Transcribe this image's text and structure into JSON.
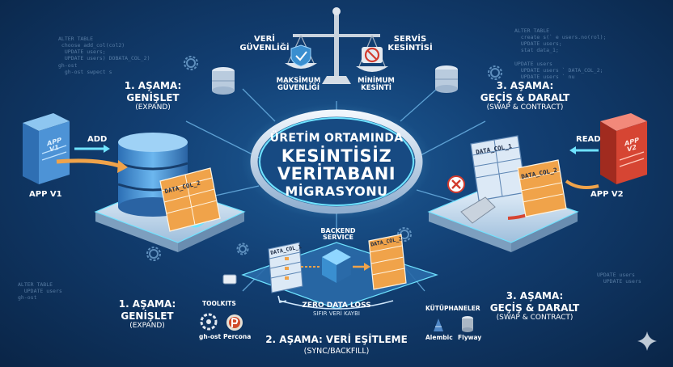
{
  "title": {
    "line1": "ÜRETİM ORTAMINDA",
    "line2": "KESİNTİSİZ",
    "line3": "VERİTABANI",
    "line4": "MİGRASYONU"
  },
  "tradeoff": {
    "left_top": [
      "VERİ",
      "GÜVENLİĞİ"
    ],
    "right_top": [
      "SERVİS",
      "KESİNTİSİ"
    ],
    "left_bottom": [
      "MAKSİMUM",
      "GÜVENLİĞİ"
    ],
    "right_bottom": [
      "MİNİMUM",
      "KESİNTİ"
    ]
  },
  "stage1_top": {
    "title": "1. AŞAMA:",
    "name": "GENİŞLET",
    "sub": "(EXPAND)"
  },
  "stage3_top": {
    "title": "3. AŞAMA:",
    "name": "GEÇİŞ & DARALT",
    "sub": "(SWAP & CONTRACT)"
  },
  "stage1_bottom": {
    "title": "1. AŞAMA:",
    "name": "GENİŞLET",
    "sub": "(EXPAND)"
  },
  "stage3_bottom": {
    "title": "3. AŞAMA:",
    "name": "GEÇİŞ & DARALT",
    "sub": "(SWAP & CONTRACT)"
  },
  "stage2": {
    "title": "2. AŞAMA: VERİ EŞİTLEME",
    "sub": "(SYNC/BACKFILL)"
  },
  "left_side": {
    "add": "ADD",
    "app_label": "APP V1",
    "server_text": [
      "APP",
      "V1"
    ],
    "table": "DATA_COL_2"
  },
  "right_side": {
    "read": "READ",
    "app_label": "APP V2",
    "server_text": [
      "APP",
      "V2"
    ],
    "table_old": "DATA_COL_1",
    "table_new": "DATA_COL_2"
  },
  "center": {
    "backend": [
      "BACKEND",
      "SERVICE"
    ],
    "table_old": "DATA_COL_1",
    "table_new": "DATA_COL_2",
    "zero_loss": "ZERO DATA LOSS",
    "zero_loss_sub": "SIFIR VERİ KAYBI"
  },
  "toolkits": {
    "title": "TOOLKITS",
    "items": [
      "gh-ost",
      "Percona"
    ]
  },
  "libraries": {
    "title": "KÜTÜPHANELER",
    "items": [
      "Alembic",
      "Flyway"
    ]
  },
  "code_snippets": {
    "top_left": "ALTER TABLE\n choose add_col(col2)\n  UPDATE users;\n  UPDATE users) DOBATA_COL_2)\ngh-ost\n  gh-ost swpect s",
    "top_right": "ALTER TABLE\n  create s(` e users.no(rol);\n  UPDATE users;\n  stat data_1;\n\nUPDATE users\n  UPDATE users ` DATA_COL_2;\n  UPDATE users ` nu",
    "bottom_left": "ALTER TABLE\n  UPDATE users\ngh-ost",
    "bottom_right": "UPDATE users\n  UPDATE users"
  },
  "colors": {
    "accent_cyan": "#6fe3ff",
    "table_orange": "#f0a34a",
    "server_red": "#d64533",
    "server_blue": "#3f8fd8"
  }
}
